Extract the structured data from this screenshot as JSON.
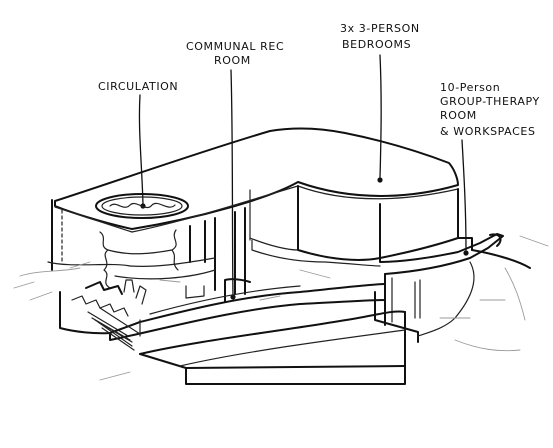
{
  "labels": {
    "circulation": "CIRCULATION",
    "communal_line1": "COMMUNAL REC",
    "communal_line2": "ROOM",
    "bedrooms_line1": "3x  3-PERSON",
    "bedrooms_line2": "BEDROOMS",
    "therapy_line1": "10-Person",
    "therapy_line2": "GROUP-THERAPY",
    "therapy_line3": "ROOM",
    "therapy_line4": "& WORKSPACES"
  }
}
